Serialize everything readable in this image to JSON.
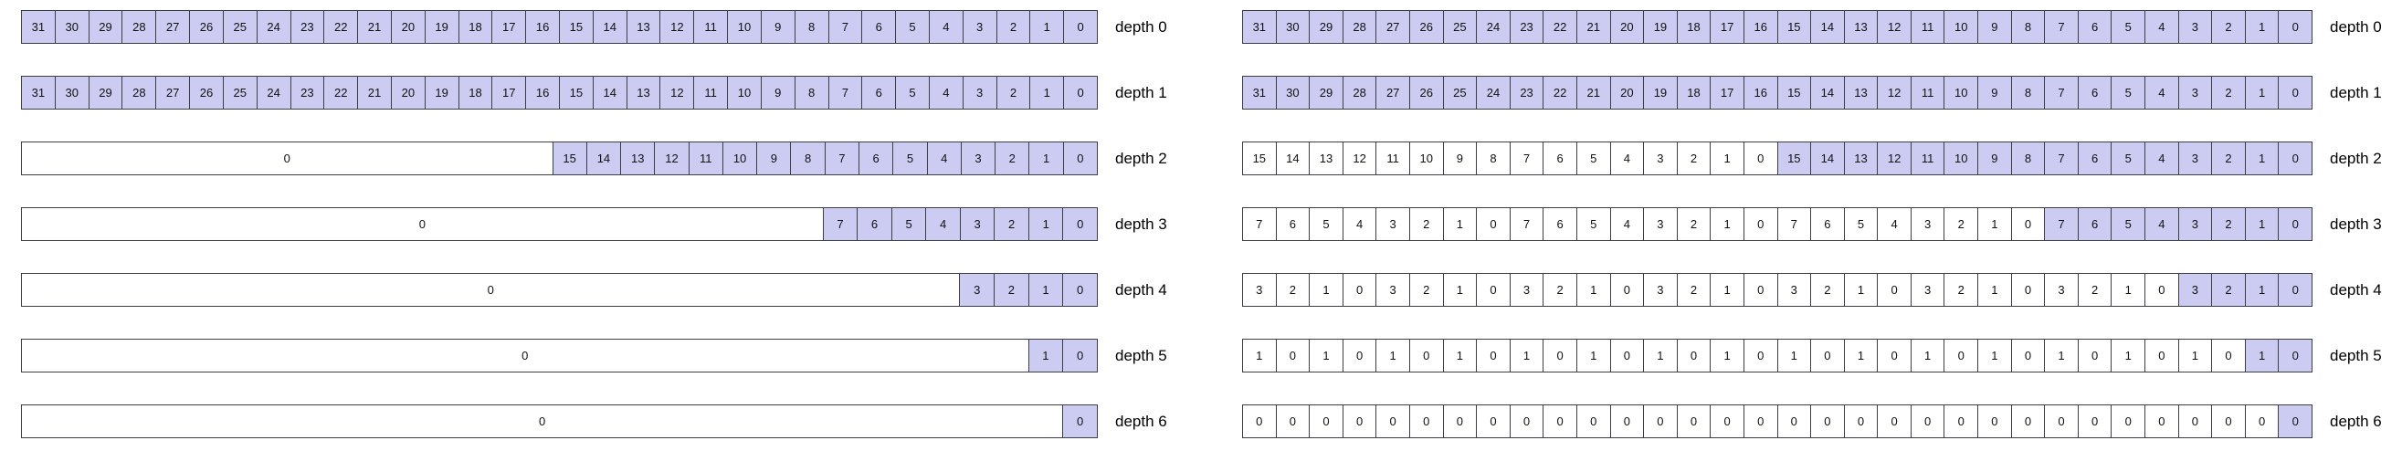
{
  "colors": {
    "background": "#ffffff",
    "cell_fill": "#ccccf2",
    "cell_border": "#3d3d46",
    "cell_text": "#111111",
    "label_text": "#000000"
  },
  "left_diagram": {
    "rows": [
      {
        "label": "depth 0",
        "segments": [
          {
            "filled": true,
            "values": [
              31,
              30,
              29,
              28,
              27,
              26,
              25,
              24,
              23,
              22,
              21,
              20,
              19,
              18,
              17,
              16,
              15,
              14,
              13,
              12,
              11,
              10,
              9,
              8,
              7,
              6,
              5,
              4,
              3,
              2,
              1,
              0
            ]
          }
        ]
      },
      {
        "label": "depth 1",
        "segments": [
          {
            "filled": true,
            "values": [
              31,
              30,
              29,
              28,
              27,
              26,
              25,
              24,
              23,
              22,
              21,
              20,
              19,
              18,
              17,
              16,
              15,
              14,
              13,
              12,
              11,
              10,
              9,
              8,
              7,
              6,
              5,
              4,
              3,
              2,
              1,
              0
            ]
          }
        ]
      },
      {
        "label": "depth 2",
        "segments": [
          {
            "merged": true,
            "span": 16,
            "value": 0
          },
          {
            "filled": true,
            "values": [
              15,
              14,
              13,
              12,
              11,
              10,
              9,
              8,
              7,
              6,
              5,
              4,
              3,
              2,
              1,
              0
            ]
          }
        ]
      },
      {
        "label": "depth 3",
        "segments": [
          {
            "merged": true,
            "span": 24,
            "value": 0
          },
          {
            "filled": true,
            "values": [
              7,
              6,
              5,
              4,
              3,
              2,
              1,
              0
            ]
          }
        ]
      },
      {
        "label": "depth 4",
        "segments": [
          {
            "merged": true,
            "span": 28,
            "value": 0
          },
          {
            "filled": true,
            "values": [
              3,
              2,
              1,
              0
            ]
          }
        ]
      },
      {
        "label": "depth 5",
        "segments": [
          {
            "merged": true,
            "span": 30,
            "value": 0
          },
          {
            "filled": true,
            "values": [
              1,
              0
            ]
          }
        ]
      },
      {
        "label": "depth 6",
        "segments": [
          {
            "merged": true,
            "span": 31,
            "value": 0
          },
          {
            "filled": true,
            "values": [
              0
            ]
          }
        ]
      }
    ]
  },
  "right_diagram": {
    "rows": [
      {
        "label": "depth 0",
        "segments": [
          {
            "filled": true,
            "values": [
              31,
              30,
              29,
              28,
              27,
              26,
              25,
              24,
              23,
              22,
              21,
              20,
              19,
              18,
              17,
              16,
              15,
              14,
              13,
              12,
              11,
              10,
              9,
              8,
              7,
              6,
              5,
              4,
              3,
              2,
              1,
              0
            ]
          }
        ]
      },
      {
        "label": "depth 1",
        "segments": [
          {
            "filled": true,
            "values": [
              31,
              30,
              29,
              28,
              27,
              26,
              25,
              24,
              23,
              22,
              21,
              20,
              19,
              18,
              17,
              16,
              15,
              14,
              13,
              12,
              11,
              10,
              9,
              8,
              7,
              6,
              5,
              4,
              3,
              2,
              1,
              0
            ]
          }
        ]
      },
      {
        "label": "depth 2",
        "segments": [
          {
            "filled": false,
            "repeat": 1,
            "values": [
              15,
              14,
              13,
              12,
              11,
              10,
              9,
              8,
              7,
              6,
              5,
              4,
              3,
              2,
              1,
              0
            ]
          },
          {
            "filled": true,
            "values": [
              15,
              14,
              13,
              12,
              11,
              10,
              9,
              8,
              7,
              6,
              5,
              4,
              3,
              2,
              1,
              0
            ]
          }
        ]
      },
      {
        "label": "depth 3",
        "segments": [
          {
            "filled": false,
            "repeat": 3,
            "values": [
              7,
              6,
              5,
              4,
              3,
              2,
              1,
              0
            ]
          },
          {
            "filled": true,
            "values": [
              7,
              6,
              5,
              4,
              3,
              2,
              1,
              0
            ]
          }
        ]
      },
      {
        "label": "depth 4",
        "segments": [
          {
            "filled": false,
            "repeat": 7,
            "values": [
              3,
              2,
              1,
              0
            ]
          },
          {
            "filled": true,
            "values": [
              3,
              2,
              1,
              0
            ]
          }
        ]
      },
      {
        "label": "depth 5",
        "segments": [
          {
            "filled": false,
            "repeat": 15,
            "values": [
              1,
              0
            ]
          },
          {
            "filled": true,
            "values": [
              1,
              0
            ]
          }
        ]
      },
      {
        "label": "depth 6",
        "segments": [
          {
            "filled": false,
            "repeat": 31,
            "values": [
              0
            ]
          },
          {
            "filled": true,
            "values": [
              0
            ]
          }
        ]
      }
    ]
  }
}
